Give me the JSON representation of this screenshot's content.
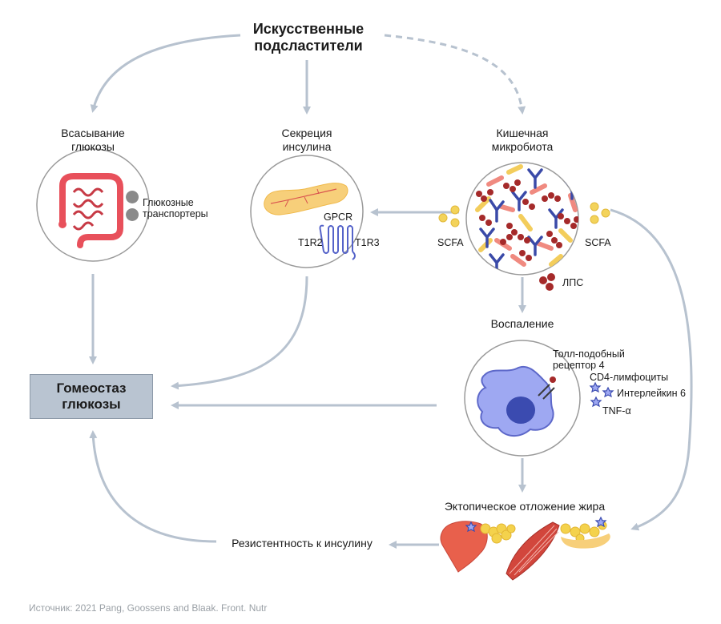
{
  "title": "Искусственные\nподсластители",
  "nodes": {
    "absorption": "Всасывание\nглюкозы",
    "secretion": "Секреция\nинсулина",
    "microbiota": "Кишечная\nмикробиота",
    "inflammation": "Воспаление",
    "homeostasis": "Гомеостаз\nглюкозы",
    "ectopic_fat": "Эктопическое отложение жира",
    "insulin_resistance": "Резистентность к инсулину"
  },
  "labels": {
    "glucose_transporters": "Глюкозные\nтранспортеры",
    "gpcr": "GPCR",
    "t1r2": "T1R2",
    "t1r3": "T1R3",
    "scfa_left": "SCFA",
    "scfa_right": "SCFA",
    "lps": "ЛПС",
    "tlr4": "Толл-подобный\nрецептор 4",
    "cd4": "CD4-лимфоциты",
    "il6": "Интерлейкин 6",
    "tnf": "TNF-α"
  },
  "source": "Источник: 2021 Pang, Goossens and Blaak. Front. Nutr",
  "colors": {
    "arrow": "#b7c2cf",
    "box": "#b9c4d1",
    "intestine": "#e8505b",
    "pancreas": "#f7cf7a",
    "bacteria_red": "#a52a2a",
    "bacteria_blue": "#3a4aa8",
    "cell": "#9ea8f2",
    "nucleus": "#3b4bb0",
    "liver": "#e8604c",
    "muscle": "#d2463c",
    "fat": "#f4d24c"
  }
}
